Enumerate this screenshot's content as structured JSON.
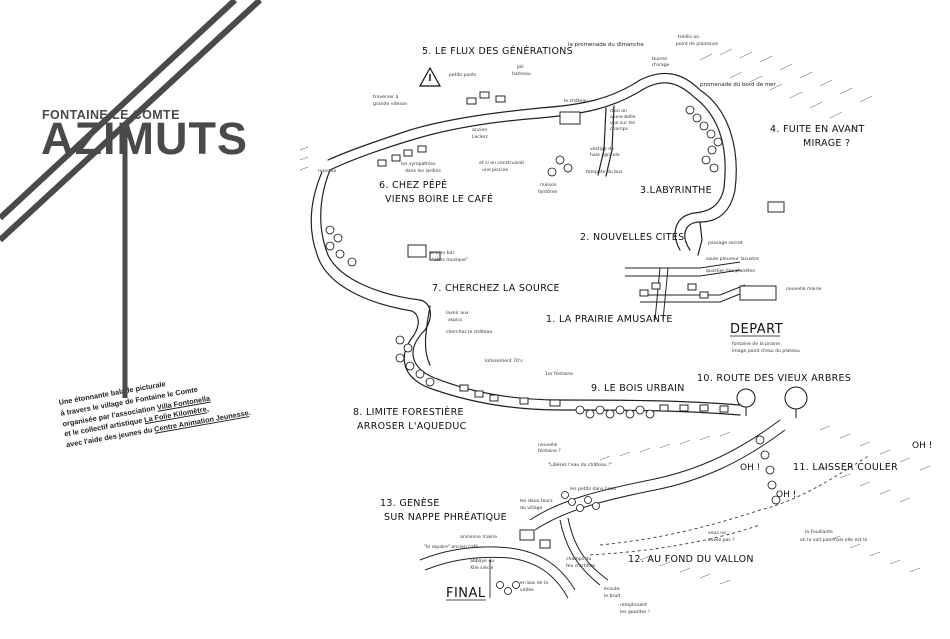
{
  "title": {
    "place": "FONTAINE LE COMTE",
    "name": "AZIMUTS"
  },
  "intro": {
    "line1": "Une étonnante balade picturale",
    "line2": "à travers le village de Fontaine le Comte",
    "line3_pre": "organisée par l'association ",
    "line3_link": "Villa Fontonella",
    "line4_pre": "et le collectif artistique ",
    "line4_link": "La Folie Kilomètre",
    "line4_post": ",",
    "line5_pre": "avec l'aide des jeunes du ",
    "line5_link": "Centre Animation Jeunesse",
    "line5_post": "."
  },
  "stops": [
    {
      "n": 1,
      "label": "1. LA PRAIRIE AMUSANTE"
    },
    {
      "n": 2,
      "label": "2. NOUVELLES CITÉS"
    },
    {
      "n": 3,
      "label": "3.LABYRINTHE"
    },
    {
      "n": 4,
      "label": "4. FUITE EN AVANT",
      "label2": "MIRAGE ?"
    },
    {
      "n": 5,
      "label": "5. LE FLUX DES GÉNÉRATIONS"
    },
    {
      "n": 6,
      "label": "6. CHEZ PÉPÉ",
      "label2": "VIENS BOIRE LE CAFÉ"
    },
    {
      "n": 7,
      "label": "7. CHERCHEZ LA SOURCE"
    },
    {
      "n": 8,
      "label": "8. LIMITE FORESTIÈRE",
      "label2": "ARROSER L'AQUEDUC"
    },
    {
      "n": 9,
      "label": "9. LE BOIS URBAIN"
    },
    {
      "n": 10,
      "label": "10. ROUTE DES VIEUX ARBRES"
    },
    {
      "n": 11,
      "label": "11. LAISSER COULER"
    },
    {
      "n": 12,
      "label": "12. AU FOND DU VALLON"
    },
    {
      "n": 13,
      "label": "13. GENÈSE",
      "label2": "SUR NAPPE PHRÉATIQUE"
    }
  ],
  "markers": {
    "depart": "DEPART",
    "depart_note1": "fontaine de la prairie",
    "depart_note2": "image point d'eau du plateau",
    "final": "FINAL",
    "oh1": "OH !",
    "oh2": "OH !",
    "oh3": "OH !"
  },
  "annotations": {
    "promenade_dimanche": "la promenade du dimanche",
    "treillis": "treillis où",
    "treillis2": "point de plaisance",
    "tourne_orage": "tourne",
    "tourne_orage2": "d'orage",
    "promenade_bord": "promenade du bord de mer",
    "petits_ponts": "petits ponts",
    "joli_hameau": "joli",
    "joli_hameau2": "hameau",
    "traverser": "traverser à",
    "traverser2": "grande vitesse",
    "le_chateau": "le château",
    "un_terrain": "d'où on",
    "un_terrain2": "a une belle",
    "un_terrain3": "vue sur les",
    "un_terrain4": "champs",
    "ancien_leclerc": "ancien",
    "ancien_leclerc2": "Leclerc",
    "vestige": "vestige de",
    "vestige2": "haie agricole",
    "et_si": "et si on construisait",
    "et_si2": "une piscine",
    "maison_fantome": "maison",
    "maison_fantome2": "fantôme",
    "tempete": "tempête du bus",
    "sympathie": "les sympathies",
    "sympathie2": "dans les jardins",
    "roseaux": "roseaux",
    "passage_secret": "passage secret",
    "saule": "saule pleureur lacustre",
    "quartier": "quartier des planètes",
    "nouvelle_mairie": "nouvelle mairie",
    "ancien_bar": "ancien bar",
    "ancien_bar2": "\"chez musique\"",
    "lavoir": "lavoir aux",
    "lavoir2": "aspics",
    "cherchez_chateau": "cherchez le château",
    "lotissement": "lotissement 70's",
    "fontaine_c": "1er fontaine",
    "nouvelle_fontaine": "nouvelle",
    "nouvelle_fontaine2": "fontaine ?",
    "liberez": "\"Libérez l'eau du château !\"",
    "les_petits": "les petits dans l'eau",
    "ancienne_mairie": "ancienne mairie",
    "abbaye": "abbaye du",
    "abbaye2": "XIIe siècle",
    "le_repaire": "\"le repaire\" ancien café",
    "champs_feu": "champs du",
    "champs_feu2": "feu d'artifice",
    "les_deux": "les deux tours",
    "les_deux2": "du village",
    "en_bas": "en bas de la",
    "en_bas2": "vallée",
    "ecoute": "écoute",
    "ecoute2": "le bruit",
    "remplissent": "remplissant",
    "remplissent2": "les gourdes !",
    "vous_etes": "vous ne",
    "vous_etes2": "savez pas ?",
    "la_feuillante": "la Feuillante",
    "la_feuillante2": "on la voit pas mais elle est là"
  },
  "colors": {
    "title_gray": "#4a4a4a",
    "ink": "#111111",
    "paper": "#ffffff"
  }
}
